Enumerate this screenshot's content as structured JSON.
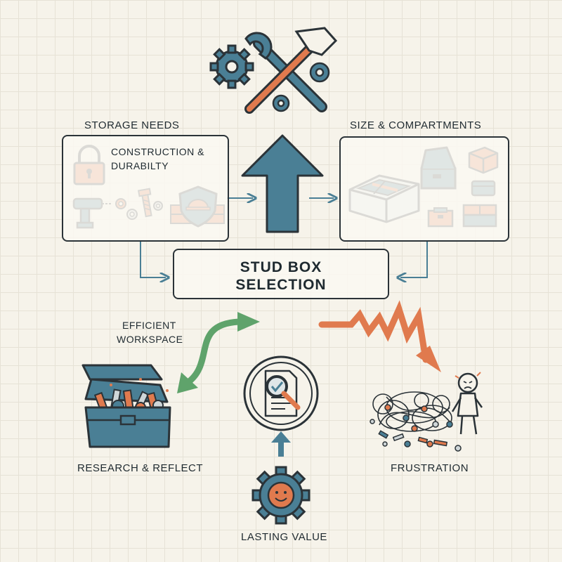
{
  "diagram": {
    "storage_needs": {
      "title": "STORAGE NEEDS",
      "subtitle_line1": "CONSTRUCTION &",
      "subtitle_line2": "DURABILTY"
    },
    "size_compartments": {
      "title": "SIZE & COMPARTMENTS"
    },
    "center": {
      "line1": "STUD BOX",
      "line2": "SELECTION"
    },
    "efficient_workspace": {
      "line1": "EFFICIENT",
      "line2": "WORKSPACE"
    },
    "research_reflect": "RESEARCH & REFLECT",
    "frustration": "FRUSTRATION",
    "lasting_value": "LASTING VALUE"
  },
  "colors": {
    "blue": "#4a7f95",
    "orange": "#e07a4e",
    "green": "#5fa36b",
    "dark": "#2b3338",
    "background": "#f6f3ea"
  }
}
